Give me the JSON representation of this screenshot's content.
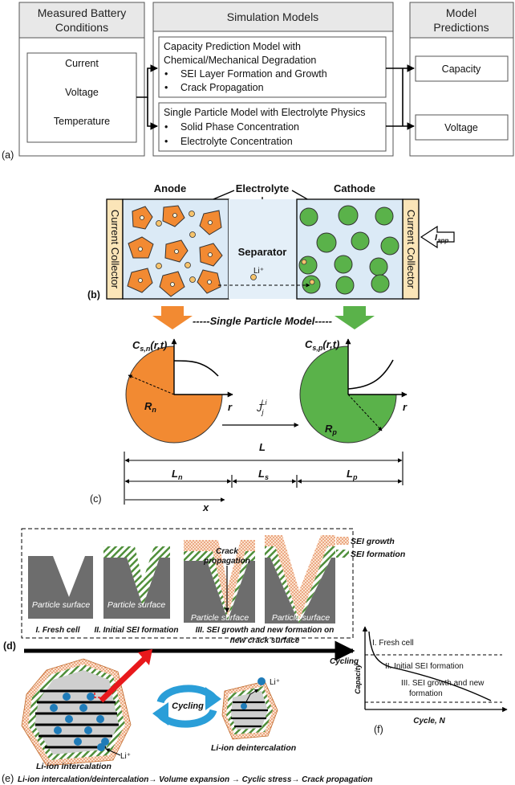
{
  "panel_a": {
    "label": "(a)",
    "measured": {
      "title_line1": "Measured Battery",
      "title_line2": "Conditions",
      "items": [
        "Current",
        "Voltage",
        "Temperature"
      ]
    },
    "simulation": {
      "title": "Simulation Models",
      "model1_line1": "Capacity Prediction Model with",
      "model1_line2": "Chemical/Mechanical Degradation",
      "model1_bullets": [
        "SEI Layer Formation and Growth",
        "Crack Propagation"
      ],
      "model2_title": "Single Particle Model with Electrolyte Physics",
      "model2_bullets": [
        "Solid Phase Concentration",
        "Electrolyte Concentration"
      ]
    },
    "predictions": {
      "title_line1": "Model",
      "title_line2": "Predictions",
      "items": [
        "Capacity",
        "Voltage"
      ]
    }
  },
  "panel_b": {
    "label": "(b)",
    "anode": "Anode",
    "electrolyte": "Electrolyte",
    "cathode": "Cathode",
    "separator": "Separator",
    "current_collector": "Current Collector",
    "li_ion": "Li⁺",
    "iapp_main": "I",
    "iapp_sub": "app",
    "spm_title": "-----Single Particle Model-----"
  },
  "panel_c": {
    "label": "(c)",
    "csn_main": "C",
    "csn_sub": "s,n",
    "csn_args": "(r,t)",
    "csp_main": "C",
    "csp_sub": "s,p",
    "csp_args": "(r,t)",
    "rn_main": "R",
    "rn_sub": "n",
    "rp_main": "R",
    "rp_sub": "p",
    "r_axis": "r",
    "flux_main": "J",
    "flux_sub": "j",
    "flux_sup": "Li",
    "L": "L",
    "Ln_main": "L",
    "Ln_sub": "n",
    "Ls_main": "L",
    "Ls_sub": "s",
    "Lp_main": "L",
    "Lp_sub": "p",
    "x": "x"
  },
  "panel_d": {
    "label": "(d)",
    "sei_growth": "SEI growth",
    "sei_formation": "SEI formation",
    "crack": "Crack",
    "propagation": "propagation",
    "particle_surface": "Particle surface",
    "stage1": "I. Fresh cell",
    "stage2": "II. Initial SEI formation",
    "stage3_line1": "III. SEI growth and new formation on",
    "stage3_line2": "new crack surface",
    "cycling_arrow": "Cycling"
  },
  "panel_e": {
    "label": "(e)",
    "cycling": "Cycling",
    "intercalation": "Li-ion intercalation",
    "deintercalation": "Li-ion deintercalation",
    "li_plus": "Li⁺",
    "chain": "Li-ion intercalation/deintercalation→ Volume expansion → Cyclic stress→ Crack propagation"
  },
  "panel_f": {
    "label": "(f)",
    "ylabel": "Capacity",
    "xlabel": "Cycle, N",
    "stage1": "I. Fresh cell",
    "stage2": "II. Initial SEI formation",
    "stage3_line1": "III. SEI growth and new",
    "stage3_line2": "formation"
  },
  "colors": {
    "anode": "#f28a32",
    "cathode": "#5ab24a",
    "collector": "#fbe5b8",
    "electrode_bg": "#dbeaf6",
    "header_gray": "#e8e8e8",
    "particle_gray": "#6d6d6d",
    "li_blue": "#1f7bb8",
    "cycle_blue": "#2a9ed8",
    "red_arrow": "#e8191c"
  }
}
